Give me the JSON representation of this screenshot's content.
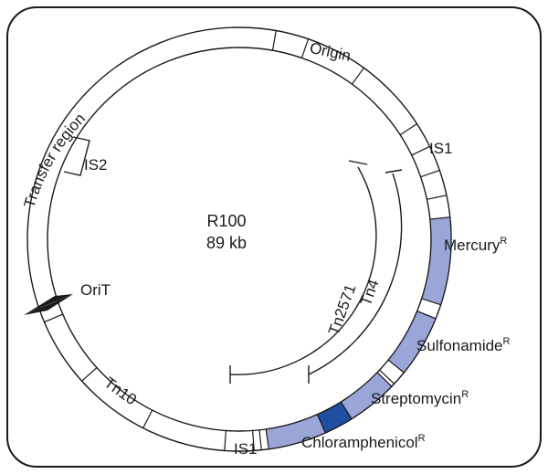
{
  "plasmid": {
    "name": "R100",
    "size": "89 kb"
  },
  "labels": {
    "origin": "Origin",
    "is1_top": "IS1",
    "is1_bottom": "IS1",
    "is2": "IS2",
    "transfer_region": "Transfer region",
    "orit": "OriT",
    "tn10": "Tn10",
    "tn4": "Tn4",
    "tn2571": "Tn2571",
    "mercury": "Mercury",
    "sulfonamide": "Sulfonamide",
    "streptomycin": "Streptomycin",
    "chloramphenicol": "Chloramphenicol",
    "resistance_superscript": "R"
  },
  "colors": {
    "resistance_fill": "#9aa5d8",
    "resistance_dark_fill": "#1f4fa0",
    "ring_stroke": "#1a1a1a",
    "orit_arrow": "#1a1a1a"
  }
}
